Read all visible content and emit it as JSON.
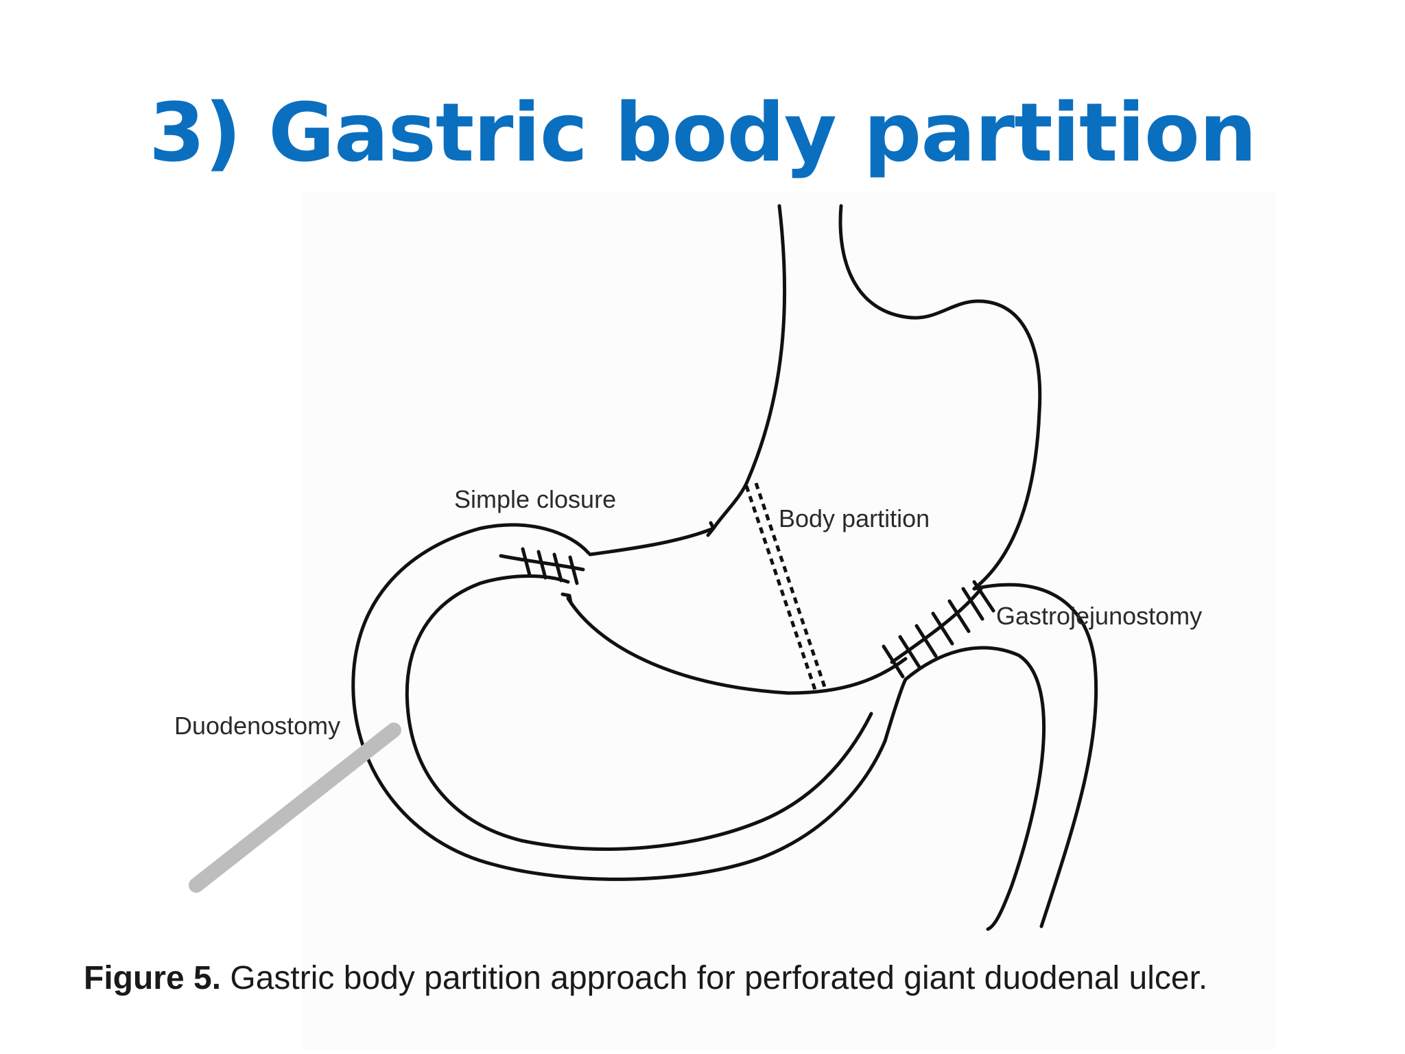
{
  "slide": {
    "title": "3) Gastric body partition"
  },
  "diagram": {
    "labels": {
      "simple_closure": "Simple closure",
      "body_partition": "Body partition",
      "gastrojejunostomy": "Gastrojejunostomy",
      "duodenostomy": "Duodenostomy"
    }
  },
  "caption": {
    "label": "Figure 5.",
    "text": " Gastric body partition approach for perforated giant duodenal ulcer."
  },
  "colors": {
    "title": "#0b6fc0",
    "outline": "#111111",
    "tube": "#bdbdbd"
  }
}
